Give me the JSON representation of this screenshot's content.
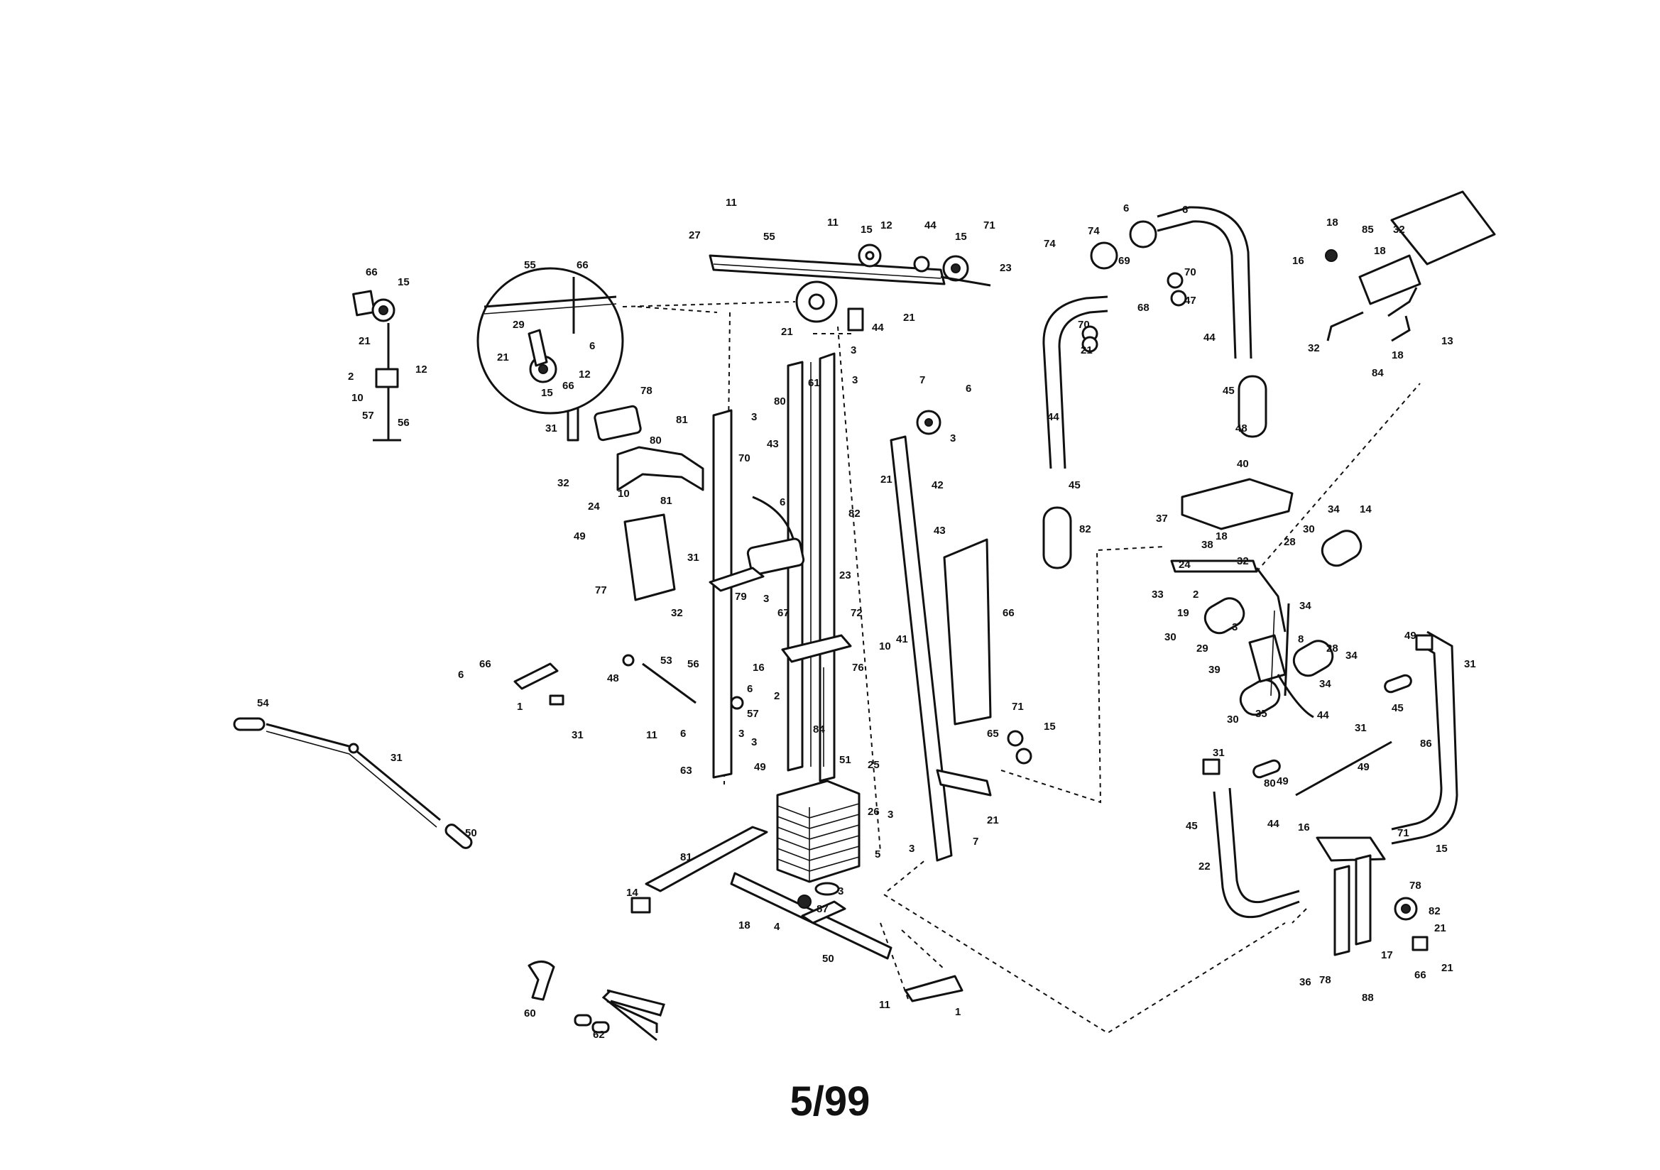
{
  "footer": {
    "code": "5/99"
  },
  "callouts": [
    "11",
    "11",
    "27",
    "55",
    "15",
    "12",
    "44",
    "15",
    "71",
    "23",
    "21",
    "44",
    "21",
    "3",
    "61",
    "80",
    "3",
    "66",
    "15",
    "21",
    "2",
    "10",
    "57",
    "12",
    "56",
    "55",
    "66",
    "29",
    "21",
    "15",
    "66",
    "12",
    "6",
    "78",
    "31",
    "80",
    "81",
    "3",
    "43",
    "70",
    "32",
    "10",
    "24",
    "81",
    "6",
    "49",
    "82",
    "77",
    "31",
    "79",
    "32",
    "3",
    "23",
    "67",
    "72",
    "76",
    "16",
    "2",
    "48",
    "53",
    "56",
    "6",
    "57",
    "11",
    "6",
    "3",
    "49",
    "3",
    "63",
    "84",
    "51",
    "25",
    "26",
    "5",
    "81",
    "14",
    "18",
    "4",
    "50",
    "3",
    "87",
    "1",
    "11",
    "6",
    "66",
    "1",
    "31",
    "54",
    "31",
    "50",
    "7",
    "6",
    "3",
    "21",
    "42",
    "43",
    "10",
    "41",
    "66",
    "71",
    "15",
    "65",
    "21",
    "3",
    "3",
    "7",
    "6",
    "74",
    "74",
    "6",
    "69",
    "70",
    "21",
    "68",
    "70",
    "47",
    "44",
    "45",
    "48",
    "44",
    "45",
    "82",
    "32",
    "18",
    "85",
    "16",
    "18",
    "32",
    "84",
    "18",
    "13",
    "40",
    "37",
    "38",
    "18",
    "32",
    "28",
    "30",
    "34",
    "14",
    "33",
    "24",
    "19",
    "2",
    "3",
    "34",
    "30",
    "29",
    "8",
    "39",
    "28",
    "34",
    "34",
    "30",
    "35",
    "44",
    "49",
    "31",
    "45",
    "86",
    "31",
    "80",
    "49",
    "44",
    "31",
    "49",
    "45",
    "22",
    "16",
    "71",
    "15",
    "78",
    "82",
    "21",
    "17",
    "78",
    "88",
    "66",
    "21",
    "36",
    "60",
    "62"
  ]
}
